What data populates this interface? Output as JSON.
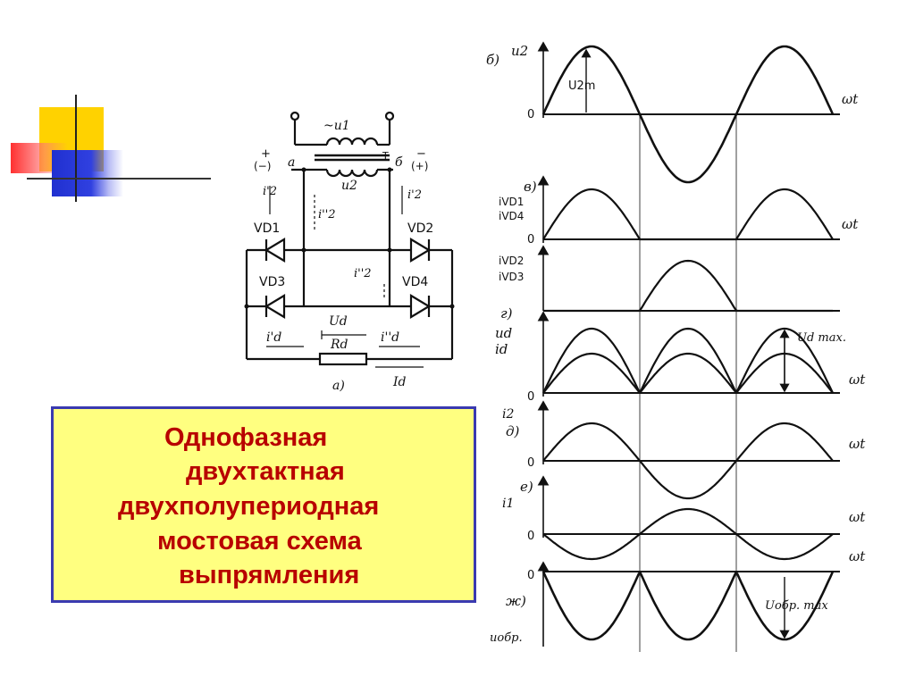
{
  "title": {
    "lines": [
      "Однофазная",
      "двухтактная",
      "двухполупериодная",
      "мостовая схема",
      "выпрямления"
    ]
  },
  "colors": {
    "title_text": "#b80000",
    "title_box_fill": "#ffff80",
    "title_box_border": "#3a3ab0",
    "deco_yellow": "#ffd200",
    "deco_red": "#ff3030",
    "deco_blue": "#2030d0"
  },
  "circuit": {
    "u1": "~u1",
    "u2": "u2",
    "node_a": "a",
    "node_b": "б",
    "pol_a_top": "+",
    "pol_a": "(−)",
    "pol_b_top": "−",
    "pol_b": "(+)",
    "node_T": "T",
    "i2_left": "i'2",
    "i2_mid": "i''2",
    "i2_right": "i'2",
    "i2_bottom": "i''2",
    "vd1": "VD1",
    "vd2": "VD2",
    "vd3": "VD3",
    "vd4": "VD4",
    "ud": "Ud",
    "rd": "Rd",
    "id_left": "i'd",
    "id_right": "i''d",
    "Id": "Id",
    "caption": "а)"
  },
  "waveforms": {
    "omega_t": "ωt",
    "zero": "0",
    "panel_b_label": "б)",
    "u2": "u2",
    "U2m": "U2m",
    "panel_v_label": "в)",
    "i_vd1": "iVD1",
    "i_vd4": "iVD4",
    "i_vd2": "iVD2",
    "i_vd3": "iVD3",
    "panel_g_label": "г)",
    "ud": "ud",
    "id": "id",
    "Udmax": "Ud max.",
    "panel_d_label": "д)",
    "i2": "i2",
    "panel_e_label": "е)",
    "i1": "i1",
    "panel_zh_label": "ж)",
    "u_obr": "uобр.",
    "U_obr_max": "Uобр. max"
  }
}
